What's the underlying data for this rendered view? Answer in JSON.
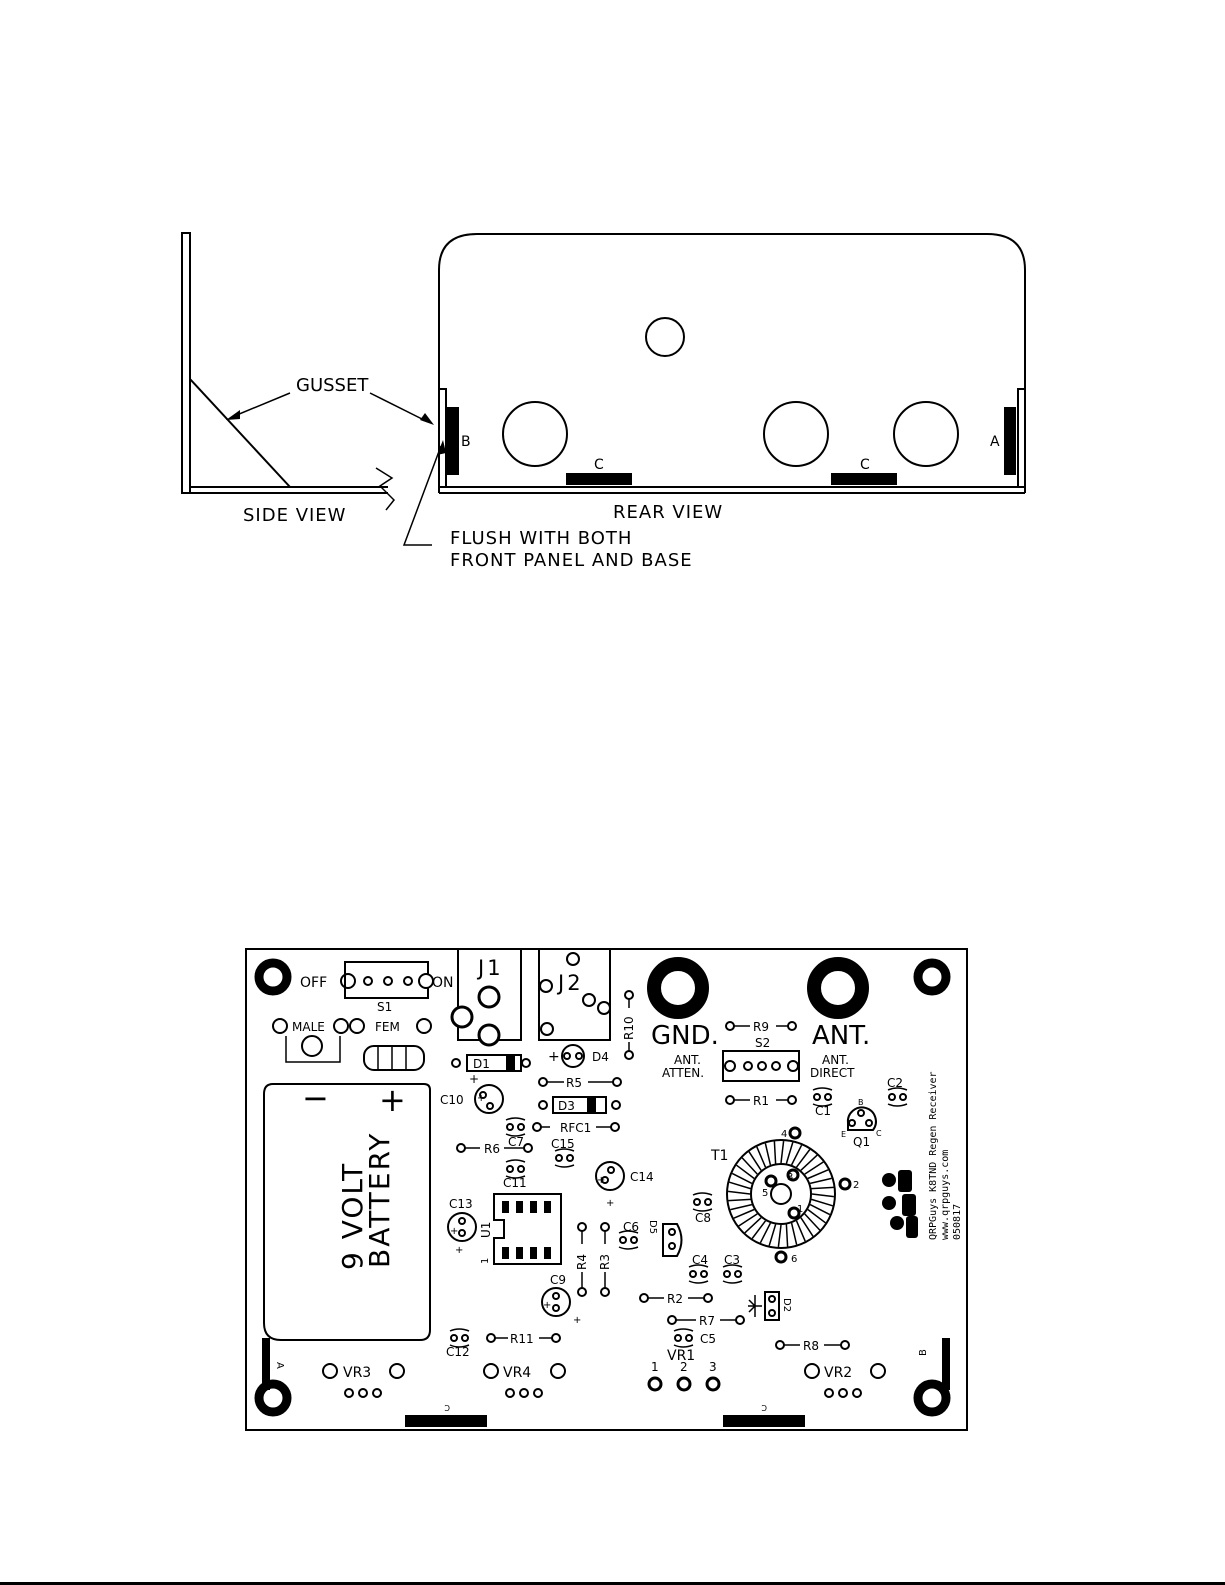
{
  "mechanical": {
    "gusset_label": "GUSSET",
    "side_view_label": "SIDE VIEW",
    "rear_view_label": "REAR VIEW",
    "flush_line1": "FLUSH WITH BOTH",
    "flush_line2": "FRONT PANEL AND BASE",
    "marker_a": "A",
    "marker_b": "B",
    "marker_c": "C"
  },
  "pcb": {
    "s1_off": "OFF",
    "s1_on": "ON",
    "s1": "S1",
    "male": "MALE",
    "fem": "FEM",
    "minus": "−",
    "plus": "+",
    "battery_line1": "9 VOLT",
    "battery_line2": "BATTERY",
    "j1": "J1",
    "j2": "J2",
    "d1": "D1",
    "d3": "D3",
    "d4": "D4",
    "r10": "R10",
    "r5": "R5",
    "rfc1": "RFC1",
    "r6": "R6",
    "c7": "C7",
    "c10": "C10",
    "c15": "C15",
    "c11": "C11",
    "c13": "C13",
    "u1": "U1",
    "pin1": "1",
    "c14": "C14",
    "c6": "C6",
    "d5": "D5",
    "r4": "R4",
    "r3": "R3",
    "c9": "C9",
    "c12": "C12",
    "r11": "R11",
    "vr3": "VR3",
    "vr4": "VR4",
    "vr1": "VR1",
    "vr2": "VR2",
    "vr1_p1": "1",
    "vr1_p2": "2",
    "vr1_p3": "3",
    "gnd": "GND.",
    "ant": "ANT.",
    "r9": "R9",
    "s2": "S2",
    "ant_atten1": "ANT.",
    "ant_atten2": "ATTEN.",
    "ant_direct1": "ANT.",
    "ant_direct2": "DIRECT",
    "r1": "R1",
    "c1": "C1",
    "c2": "C2",
    "q1": "Q1",
    "q1_b": "B",
    "q1_e": "E",
    "q1_c": "C",
    "t1": "T1",
    "t1_1": "1",
    "t1_2": "2",
    "t1_3": "3",
    "t1_4": "4",
    "t1_5": "5",
    "t1_6": "6",
    "c8": "C8",
    "c4": "C4",
    "c3": "C3",
    "r2": "R2",
    "r7": "R7",
    "d2": "D2",
    "c5": "C5",
    "r8": "R8",
    "corner_a": "A",
    "corner_b": "B",
    "tab_c": "C",
    "credit1": "QRPGuys K8TND Regen Receiver",
    "credit2": "www.qrpguys.com",
    "credit3": "050817"
  }
}
